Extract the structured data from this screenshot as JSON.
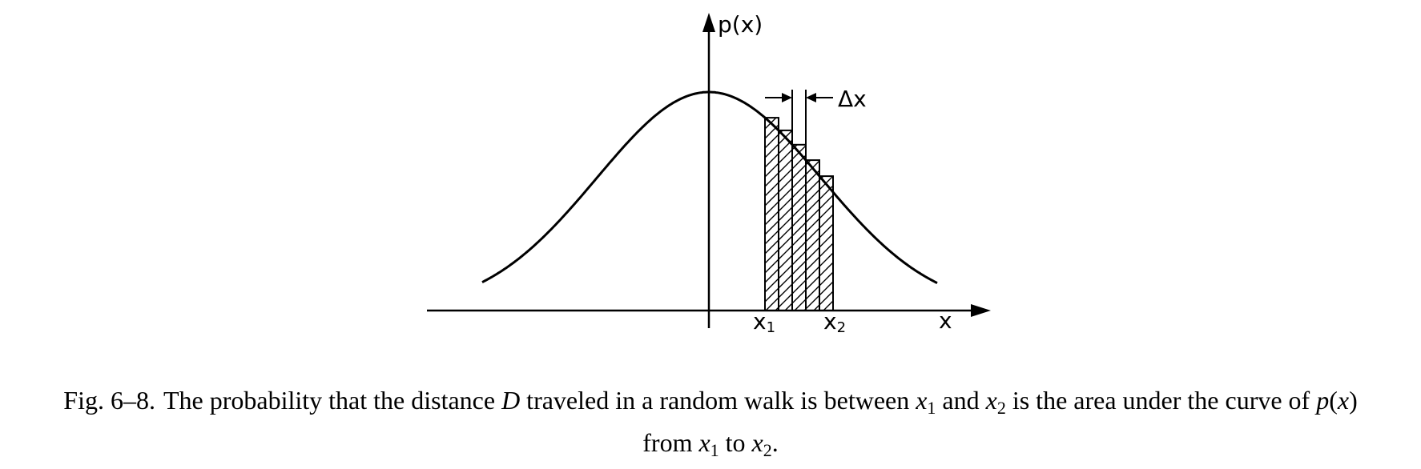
{
  "figure": {
    "y_axis_label": "p(x)",
    "x_axis_label": "x",
    "delta_label": "Δx",
    "x1_label": {
      "var": "x",
      "sub": "1"
    },
    "x2_label": {
      "var": "x",
      "sub": "2"
    },
    "bar_count": 5,
    "curve": "bell-shaped (Gaussian)"
  },
  "caption": {
    "fig_number": "Fig. 6–8.",
    "t1": "The probability that the distance ",
    "t2": "D",
    "t3": " traveled in a random walk is between ",
    "t4": "x",
    "t5": "1",
    "t6": " and ",
    "t7": "x",
    "t8": "2",
    "t9": " is the area under the curve of ",
    "t10": "p",
    "t11": "(",
    "t12": "x",
    "t13": ")",
    "t14": "from ",
    "t15": "x",
    "t16": "1",
    "t17": " to ",
    "t18": "x",
    "t19": "2",
    "t20": "."
  }
}
